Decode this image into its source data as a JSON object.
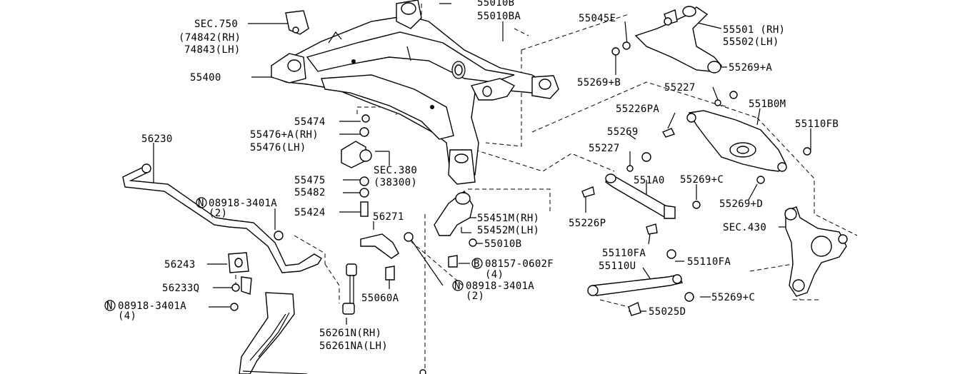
{
  "labels": {
    "l_55010b_top": "55010B",
    "l_55010ba": "55010BA",
    "l_55045e": "55045E",
    "l_55501": "55501 (RH)",
    "l_55502": "55502(LH)",
    "l_sec750": "SEC.750",
    "l_74842": "(74842(RH)",
    "l_74843": "74843(LH)",
    "l_55400": "55400",
    "l_55269b": "55269+B",
    "l_55269a": "55269+A",
    "l_55227_top": "55227",
    "l_55226pa": "55226PA",
    "l_551b0m": "551B0M",
    "l_55110fb": "55110FB",
    "l_55474": "55474",
    "l_55476a": "55476+A(RH)",
    "l_55476": "55476(LH)",
    "l_56230": "56230",
    "l_55269_mid": "55269",
    "l_55227_mid": "55227",
    "l_sec380": "SEC.380",
    "l_38300": "(38300)",
    "l_55475": "55475",
    "l_55482": "55482",
    "l_55424": "55424",
    "l_n_08918_a": "08918-3401A",
    "l_n_08918_a_qty": "(2)",
    "l_551a0": "551A0",
    "l_55269c_mid": "55269+C",
    "l_55269d": "55269+D",
    "l_56271": "56271",
    "l_55451m": "55451M(RH)",
    "l_55452m": "55452M(LH)",
    "l_55226p": "55226P",
    "l_sec430": "SEC.430",
    "l_55010b_mid": "55010B",
    "l_55110fa_l": "55110FA",
    "l_56243": "56243",
    "l_b_08157": "08157-0602F",
    "l_b_08157_qty": "(4)",
    "l_55110u": "55110U",
    "l_55110fa_r": "55110FA",
    "l_56233q": "56233Q",
    "l_n_08918_b": "08918-3401A",
    "l_n_08918_b_qty": "(2)",
    "l_55060a": "55060A",
    "l_n_08918_c": "08918-3401A",
    "l_n_08918_c_qty": "(4)",
    "l_55269c_bot": "55269+C",
    "l_55025d": "55025D",
    "l_56261n": "56261N(RH)",
    "l_56261na": "56261NA(LH)",
    "sym_n": "N",
    "sym_b": "B"
  }
}
